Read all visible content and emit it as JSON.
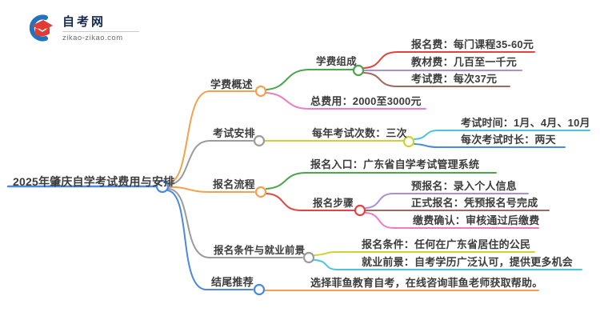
{
  "logo": {
    "title": "自考网",
    "domain": "zikao-zikao.com"
  },
  "root": {
    "label": "2025年肇庆自学考试费用与安排"
  },
  "nodes": {
    "fee_overview": "学费概述",
    "fee_composition": "学费组成",
    "reg_fee": "报名费：每门课程35-60元",
    "textbook_fee": "教材费：几百至一千元",
    "exam_fee": "考试费：每次37元",
    "total_fee": "总费用：2000至3000元",
    "exam_schedule": "考试安排",
    "exam_times": "每年考试次数：三次",
    "exam_months": "考试时间：1月、4月、10月",
    "exam_duration": "每次考试时长：两天",
    "reg_process": "报名流程",
    "reg_entry": "报名入口：广东省自学考试管理系统",
    "reg_steps": "报名步骤",
    "pre_reg": "预报名：录入个人信息",
    "formal_reg": "正式报名：凭预报名号完成",
    "payment": "缴费确认：审核通过后缴费",
    "conditions_prospects": "报名条件与就业前景",
    "conditions": "报名条件：任何在广东省居住的公民",
    "prospects": "就业前景：自考学历广泛认可，提供更多机会",
    "ending": "结尾推荐",
    "recommendation": "选择菲鱼教育自考，在线咨询菲鱼老师获取帮助。"
  },
  "colors": {
    "blue": "#4a89dc",
    "orange": "#f5a04b",
    "green": "#4aa54c",
    "red": "#e34341",
    "purple": "#ab8fd8",
    "brown": "#9e6a5d",
    "pink": "#f07bc5",
    "gray": "#9b9b9b",
    "olive": "#d1d136",
    "cyan": "#49c4dd",
    "text": "#3c3c3c",
    "logoBlue": "#2273bb",
    "logoRed": "#e23b35",
    "logoNavy": "#16294d"
  }
}
